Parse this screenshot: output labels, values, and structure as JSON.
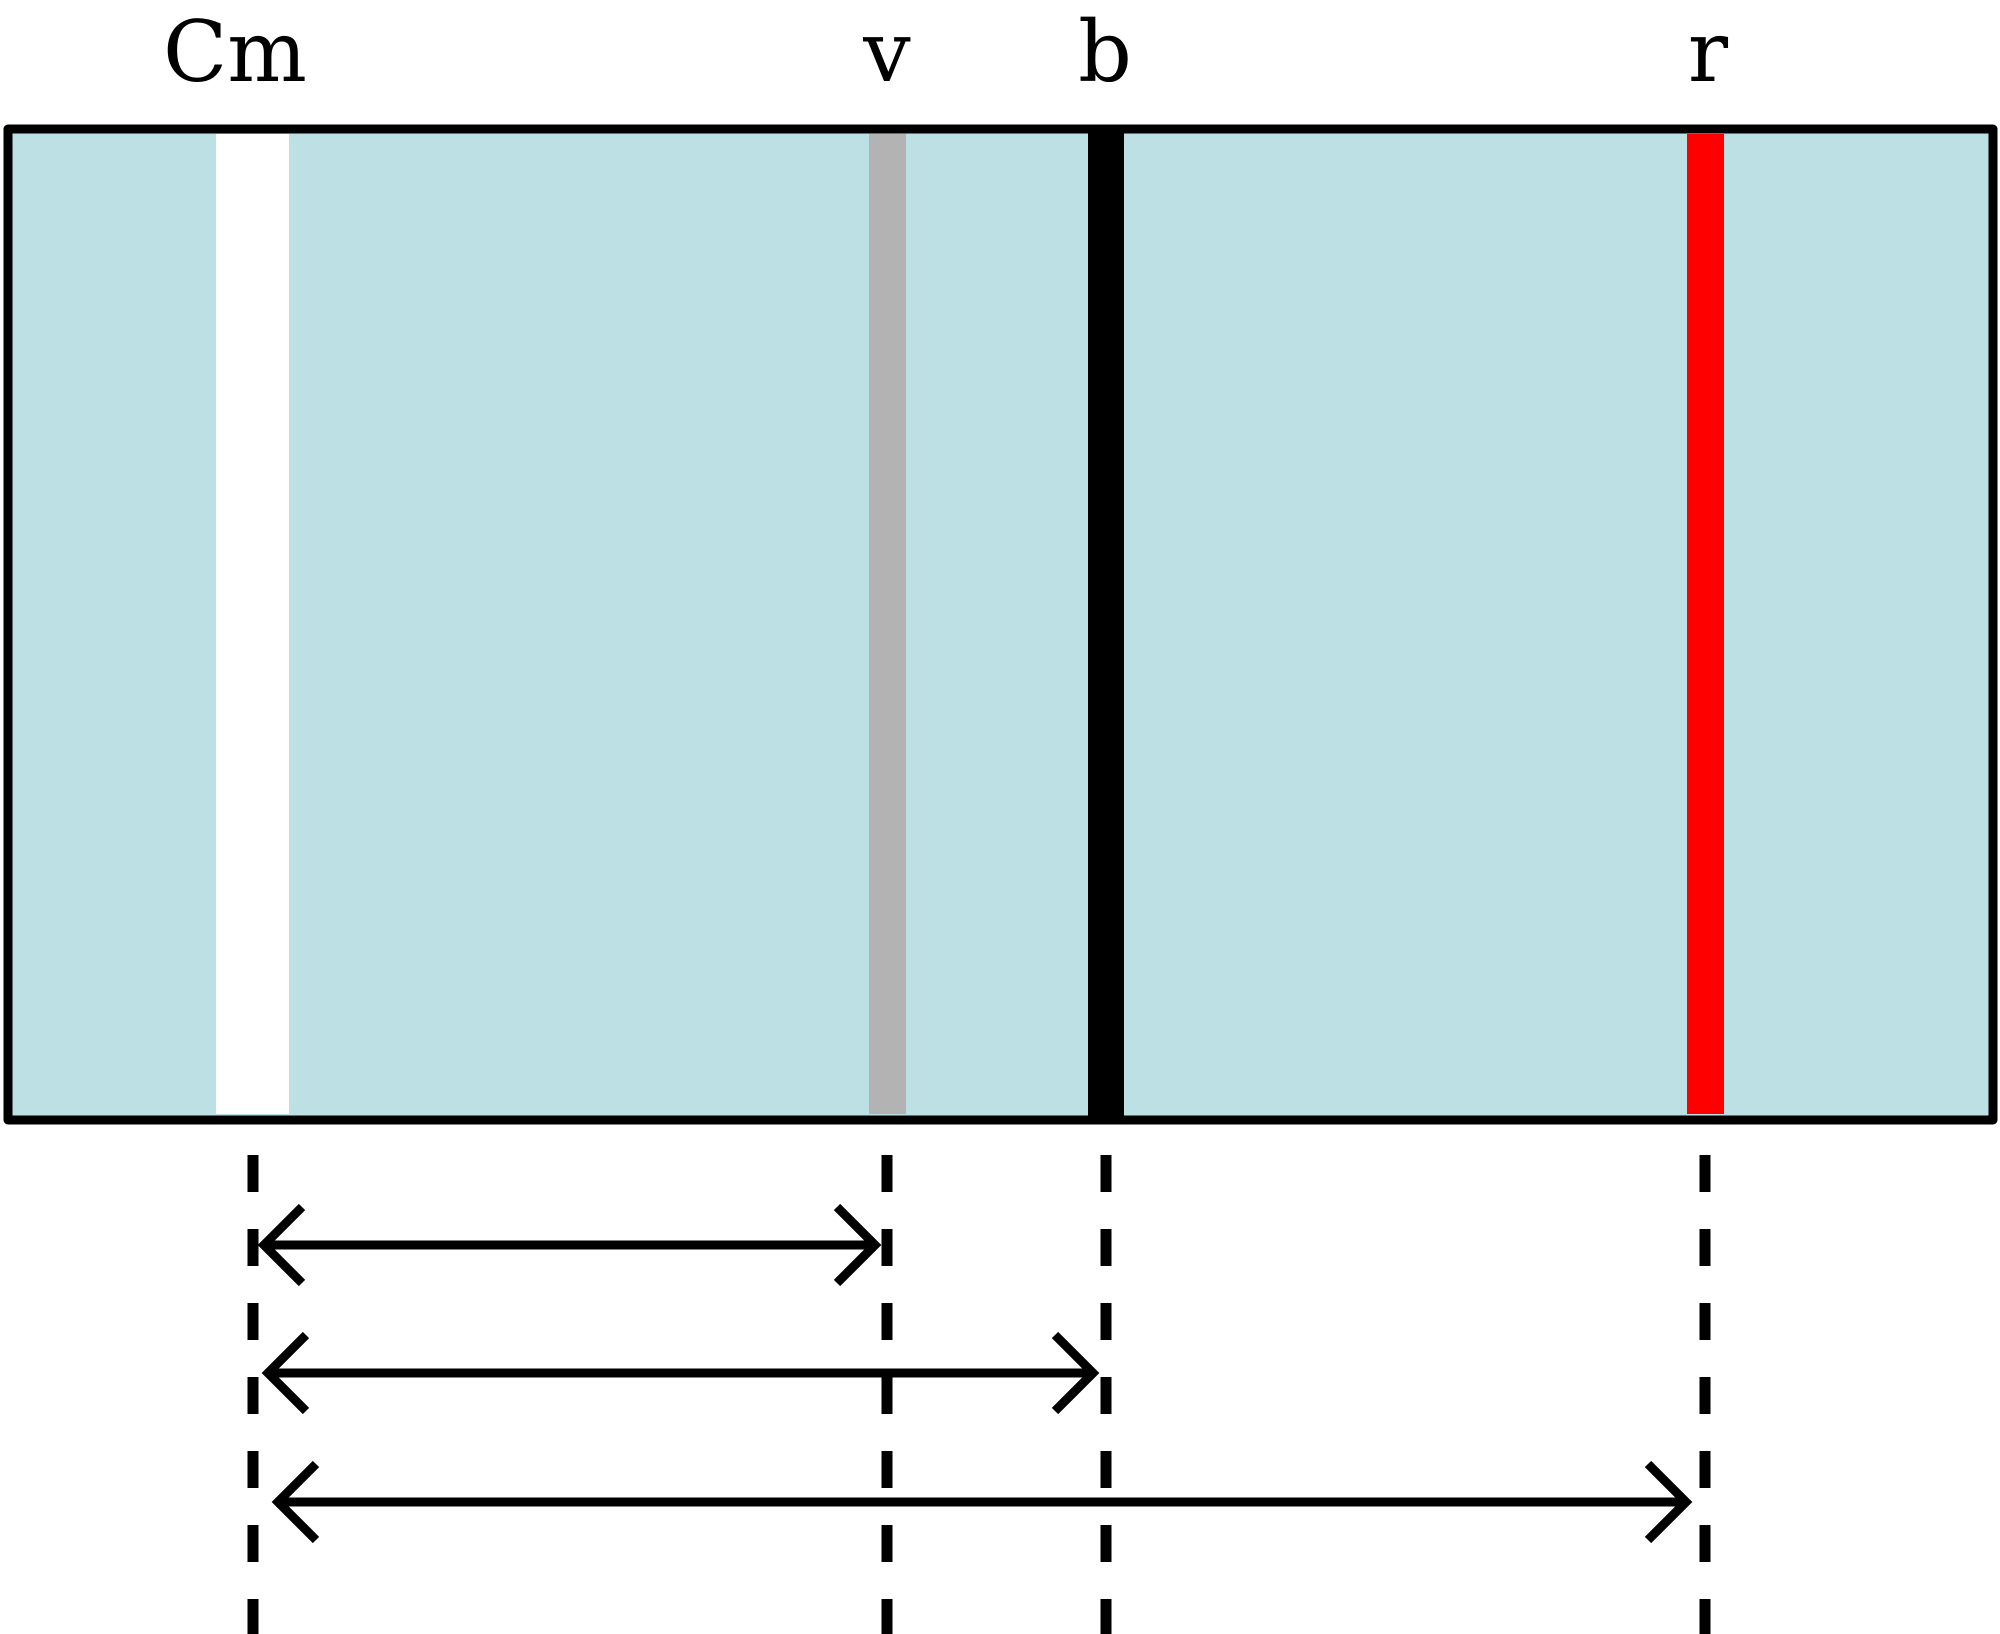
{
  "labels": {
    "cm": "Cm",
    "v": "v",
    "b": "b",
    "r": "r"
  },
  "colors": {
    "panel_fill": "#bce0e3",
    "panel_border": "#000000",
    "band_cm": "#ffffff",
    "band_v": "#b3b3b3",
    "band_b": "#000000",
    "band_r": "#ff0000",
    "arrows": "#000000",
    "guides": "#000000"
  },
  "bands": [
    {
      "id": "cm",
      "color_key": "band_cm"
    },
    {
      "id": "v",
      "color_key": "band_v"
    },
    {
      "id": "b",
      "color_key": "band_b"
    },
    {
      "id": "r",
      "color_key": "band_r"
    }
  ],
  "arrows": [
    {
      "from": "cm",
      "to": "v"
    },
    {
      "from": "cm",
      "to": "b"
    },
    {
      "from": "cm",
      "to": "r"
    }
  ]
}
